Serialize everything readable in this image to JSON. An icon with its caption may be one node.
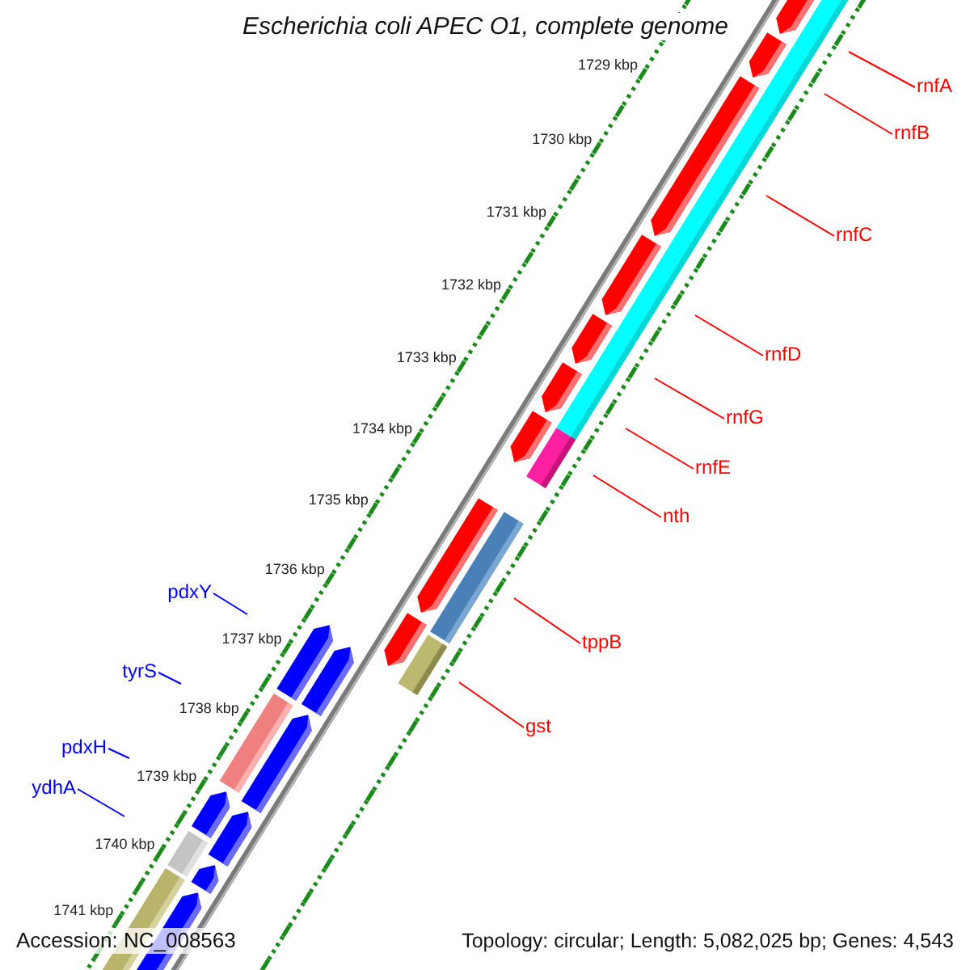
{
  "diagram": {
    "title": "Escherichia coli APEC O1, complete genome",
    "nodes": [
      {
        "text": [
          "rnfA"
        ]
      },
      {
        "text": [
          "rnfB"
        ]
      },
      {
        "text": [
          "rnfC"
        ]
      },
      {
        "text": [
          "rnfD"
        ]
      },
      {
        "text": [
          "rnfG"
        ]
      },
      {
        "text": [
          "rnfE"
        ]
      },
      {
        "text": [
          "nth"
        ]
      },
      {
        "text": [
          "pdxY"
        ]
      },
      {
        "text": [
          "tppB"
        ]
      },
      {
        "text": [
          "tyrS"
        ]
      },
      {
        "text": [
          "gst"
        ]
      },
      {
        "text": [
          "pdxH"
        ]
      },
      {
        "text": [
          "ydhA"
        ]
      }
    ],
    "edges": [
      {
        "from": 0,
        "to": null,
        "arrow": "none"
      },
      {
        "from": 1,
        "to": null,
        "arrow": "none"
      },
      {
        "from": 2,
        "to": null,
        "arrow": "none"
      },
      {
        "from": 3,
        "to": null,
        "arrow": "none"
      },
      {
        "from": 4,
        "to": null,
        "arrow": "none"
      },
      {
        "from": 5,
        "to": null,
        "arrow": "none"
      },
      {
        "from": 6,
        "to": null,
        "arrow": "none"
      },
      {
        "from": 7,
        "to": null,
        "arrow": "none",
        "color": "#0000ff"
      },
      {
        "from": 8,
        "to": null,
        "arrow": "none"
      },
      {
        "from": 9,
        "to": null,
        "arrow": "none",
        "color": "#0000ff"
      },
      {
        "from": 10,
        "to": null,
        "arrow": "none"
      },
      {
        "from": 11,
        "to": null,
        "arrow": "none",
        "color": "#0000ff"
      },
      {
        "from": 12,
        "to": null,
        "arrow": "none",
        "color": "#0000ff"
      }
    ],
    "labels": [
      "1729 kbp",
      "1730 kbp",
      "1731 kbp",
      "1732 kbp",
      "1733 kbp",
      "1734 kbp",
      "1735 kbp",
      "1736 kbp",
      "1737 kbp",
      "1738 kbp",
      "1739 kbp",
      "1740 kbp",
      "1741 kbp",
      "Accession: NC_008563",
      "Topology: circular; Length: 5,082,025 bp; Genes: 4,543"
    ]
  }
}
